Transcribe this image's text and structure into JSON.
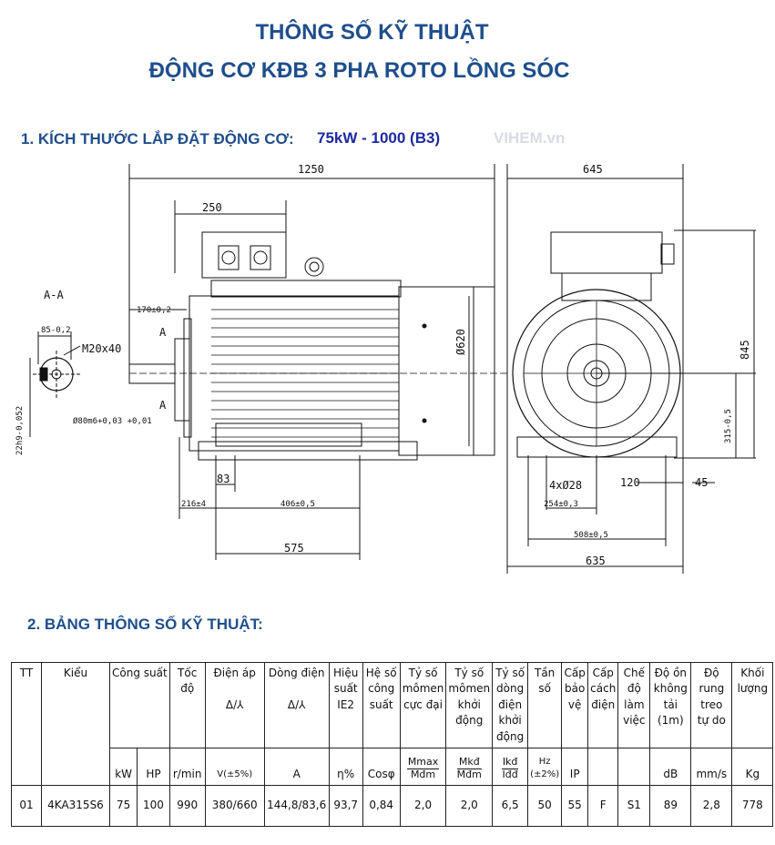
{
  "header": {
    "title_line1": "THÔNG SỐ KỸ THUẬT",
    "title_line2": "ĐỘNG CƠ KĐB 3 PHA ROTO LỒNG SÓC"
  },
  "section1": {
    "heading": "1. KÍCH THƯỚC LẮP ĐẶT ĐỘNG CƠ:",
    "model_label": "75kW - 1000 (B3)",
    "watermark": "VIHEM.vn"
  },
  "drawing": {
    "section_label": "A-A",
    "side_labels": {
      "d1250": "1250",
      "d250": "250",
      "d170": "170±0,2",
      "d620": "Ø620",
      "d83": "83",
      "d216": "216±4",
      "d406": "406±0,5",
      "d575": "575",
      "a_top": "A",
      "a_bottom": "A",
      "m20": "M20x40",
      "d85": "85-0,2",
      "d22": "22h9-0,052",
      "d80": "Ø80m6+0,03 +0,01"
    },
    "front_labels": {
      "d645": "645",
      "d845": "845",
      "d315": "315-0,5",
      "d28": "4xØ28",
      "d120": "120",
      "d45": "45",
      "d254": "254±0,3",
      "d508": "508±0,5",
      "d635": "635"
    }
  },
  "section2": {
    "heading": "2. BẢNG THÔNG SỐ KỸ THUẬT:"
  },
  "spec_table": {
    "headers": {
      "tt": "TT",
      "kieu": "Kiểu",
      "cong_suat": "Công suất",
      "toc_do": "Tốc độ",
      "dien_ap": "Điện áp",
      "dien_ap_sym": "Δ/⅄",
      "dong_dien": "Dòng điện",
      "dong_dien_sym": "Δ/⅄",
      "hieu_suat": "Hiệu suất IE2",
      "he_so": "Hệ số công suất",
      "mmax": "Tỷ số mômen cực đại",
      "mkd": "Tỷ số mômen khởi động",
      "ikd": "Tỷ số dòng điện khởi động",
      "tan_so": "Tần số",
      "cap_bao_ve": "Cấp bảo vệ",
      "cap_cach_dien": "Cấp cách điện",
      "che_do": "Chế độ làm việc",
      "do_on": "Độ ồn không tải (1m)",
      "do_rung": "Độ rung treo tự do",
      "khoi_luong": "Khối lượng"
    },
    "units": {
      "kw": "kW",
      "hp": "HP",
      "rpm": "r/min",
      "v": "V(±5%)",
      "a": "A",
      "eff": "η%",
      "cos": "Cosφ",
      "mmax_n": "Mmax",
      "mmax_d": "Mđm",
      "mkd_n": "Mkđ",
      "mkd_d": "Mđm",
      "ikd_n": "Ikđ",
      "ikd_d": "Iđđ",
      "hz": "Hz (±2%)",
      "ip": "IP",
      "db": "dB",
      "mms": "mm/s",
      "kg": "Kg"
    },
    "row": {
      "tt": "01",
      "kieu": "4KA315S6",
      "kw": "75",
      "hp": "100",
      "rpm": "990",
      "v": "380/660",
      "a": "144,8/83,6",
      "eff": "93,7",
      "cos": "0,84",
      "mmax": "2,0",
      "mkd": "2,0",
      "ikd": "6,5",
      "hz": "50",
      "ip": "55",
      "ins": "F",
      "duty": "S1",
      "db": "89",
      "vib": "2,8",
      "kg": "778"
    }
  }
}
